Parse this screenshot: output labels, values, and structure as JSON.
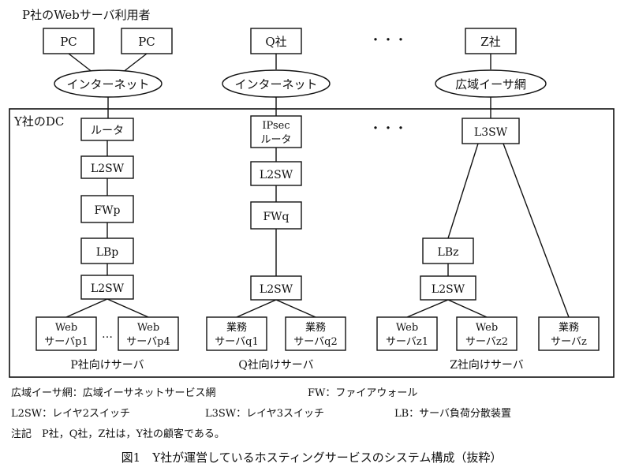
{
  "top_label": "P社のWebサーバ利用者",
  "clients": {
    "pc_left": "PC",
    "pc_right": "PC",
    "q": "Q社",
    "z": "Z社",
    "dots": "・・・"
  },
  "networks": {
    "internet_p": "インターネット",
    "internet_q": "インターネット",
    "wan_z": "広域イーサ網"
  },
  "dc_title": "Y社のDC",
  "dc_dots": "・・・",
  "p_chain": {
    "router": "ルータ",
    "l2sw1": "L2SW",
    "fw": "FWp",
    "lb": "LBp",
    "l2sw2": "L2SW"
  },
  "q_chain": {
    "router_line1": "IPsec",
    "router_line2": "ルータ",
    "l2sw1": "L2SW",
    "fw": "FWq",
    "l2sw2": "L2SW"
  },
  "z_chain": {
    "l3sw": "L3SW",
    "lb": "LBz",
    "l2sw": "L2SW"
  },
  "servers": {
    "p1_line1": "Web",
    "p1_line2": "サーバp1",
    "p_dots": "…",
    "p4_line1": "Web",
    "p4_line2": "サーバp4",
    "q1_line1": "業務",
    "q1_line2": "サーバq1",
    "q2_line1": "業務",
    "q2_line2": "サーバq2",
    "z1_line1": "Web",
    "z1_line2": "サーバz1",
    "z2_line1": "Web",
    "z2_line2": "サーバz2",
    "z_line1": "業務",
    "z_line2": "サーバz"
  },
  "group_labels": {
    "p": "P社向けサーバ",
    "q": "Q社向けサーバ",
    "z": "Z社向けサーバ"
  },
  "legend": {
    "line1_a": "広域イーサ網：広域イーサネットサービス網",
    "line1_b": "FW：ファイアウォール",
    "line2_a": "L2SW：レイヤ2スイッチ",
    "line2_b": "L3SW：レイヤ3スイッチ",
    "line2_c": "LB：サーバ負荷分散装置",
    "note": "注記　P社，Q社，Z社は，Y社の顧客である。"
  },
  "caption": "図1　Y社が運営しているホスティングサービスのシステム構成（抜粋）"
}
